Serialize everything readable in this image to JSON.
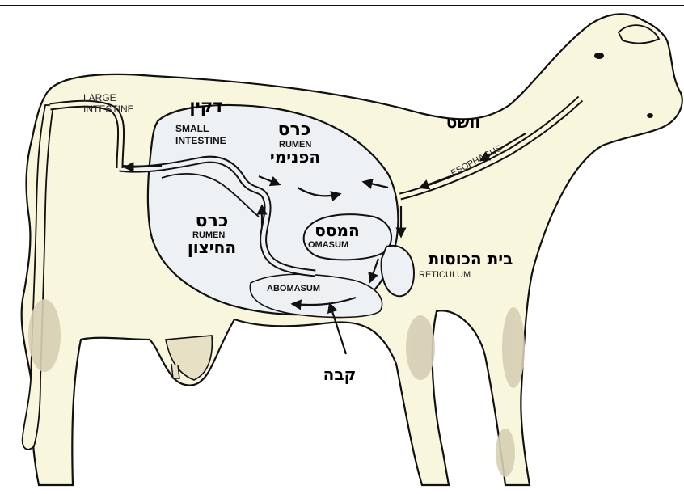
{
  "colors": {
    "body_fill": "#f9f6de",
    "organ_fill": "#eef1f4",
    "outline": "#111111",
    "background": "#ffffff",
    "udder_spots": "#d7cfb4"
  },
  "labels_en": {
    "large_intestine_1": "LARGE",
    "large_intestine_2": "INTESTINE",
    "small_intestine_1": "SMALL",
    "small_intestine_2": "INTESTINE",
    "rumen_inner": "RUMEN",
    "rumen_outer": "RUMEN",
    "omasum": "OMASUM",
    "abomasum": "ABOMASUM",
    "reticulum": "RETICULUM",
    "esophagus": "ESOPHAGUS"
  },
  "labels_he": {
    "small_intestine": "דקין",
    "esophagus": "וושט",
    "rumen_inner_1": "כרס",
    "rumen_inner_2": "הפנימי",
    "rumen_outer_1": "כרס",
    "rumen_outer_2": "החיצון",
    "omasum": "המסס",
    "reticulum": "בית הכוסות",
    "abomasum": "קבה"
  }
}
